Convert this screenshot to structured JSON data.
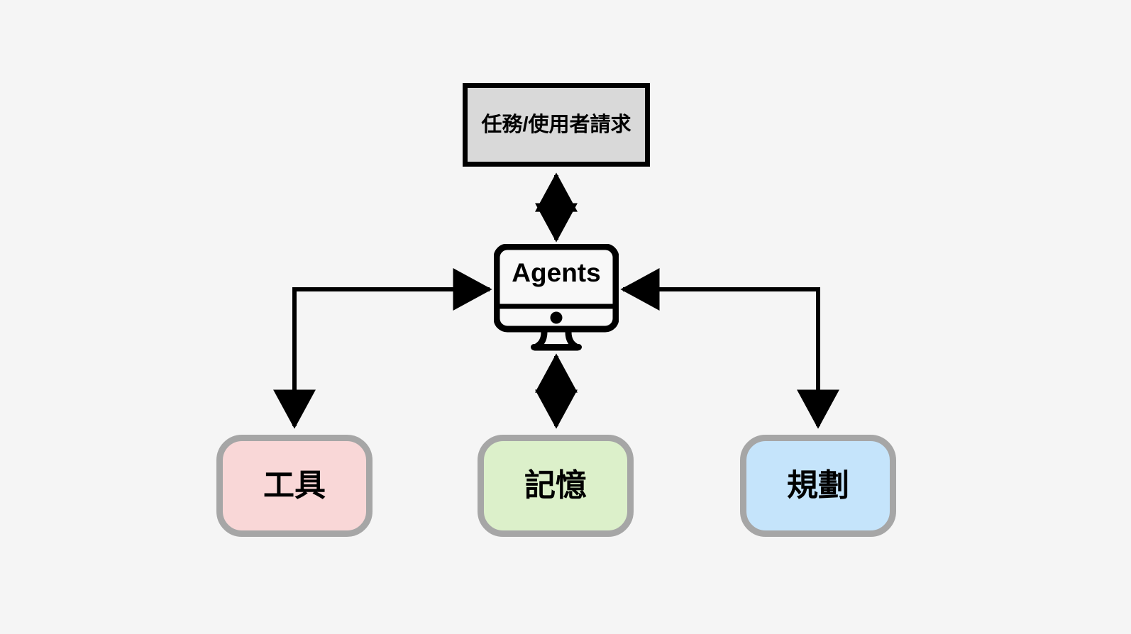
{
  "diagram": {
    "title": "Agents architecture diagram",
    "background_color": "#f5f5f5",
    "nodes": {
      "task": {
        "label": "任務/使用者請求",
        "shape": "rectangle",
        "fill": "#d9d9d9",
        "border": "#000000"
      },
      "agents": {
        "label": "Agents",
        "icon": "computer-monitor-icon",
        "shape": "monitor",
        "fill": "#f5f5f5",
        "border": "#000000"
      },
      "tools": {
        "label": "工具",
        "shape": "rounded-rectangle",
        "fill": "#f9d7d7",
        "border": "#a6a6a6"
      },
      "memory": {
        "label": "記憶",
        "shape": "rounded-rectangle",
        "fill": "#dcf0ca",
        "border": "#a6a6a6"
      },
      "planning": {
        "label": "規劃",
        "shape": "rounded-rectangle",
        "fill": "#c5e4fb",
        "border": "#a6a6a6"
      }
    },
    "edges": [
      {
        "from": "task",
        "to": "agents",
        "type": "double-arrow",
        "orientation": "vertical"
      },
      {
        "from": "agents",
        "to": "memory",
        "type": "double-arrow",
        "orientation": "vertical"
      },
      {
        "from": "tools",
        "to": "agents",
        "type": "single-arrow",
        "orientation": "elbow-left"
      },
      {
        "from": "agents",
        "to": "tools",
        "type": "single-arrow",
        "orientation": "elbow-left-down"
      },
      {
        "from": "planning",
        "to": "agents",
        "type": "single-arrow",
        "orientation": "elbow-right"
      },
      {
        "from": "agents",
        "to": "planning",
        "type": "single-arrow",
        "orientation": "elbow-right-down"
      }
    ],
    "edge_color": "#000000"
  }
}
